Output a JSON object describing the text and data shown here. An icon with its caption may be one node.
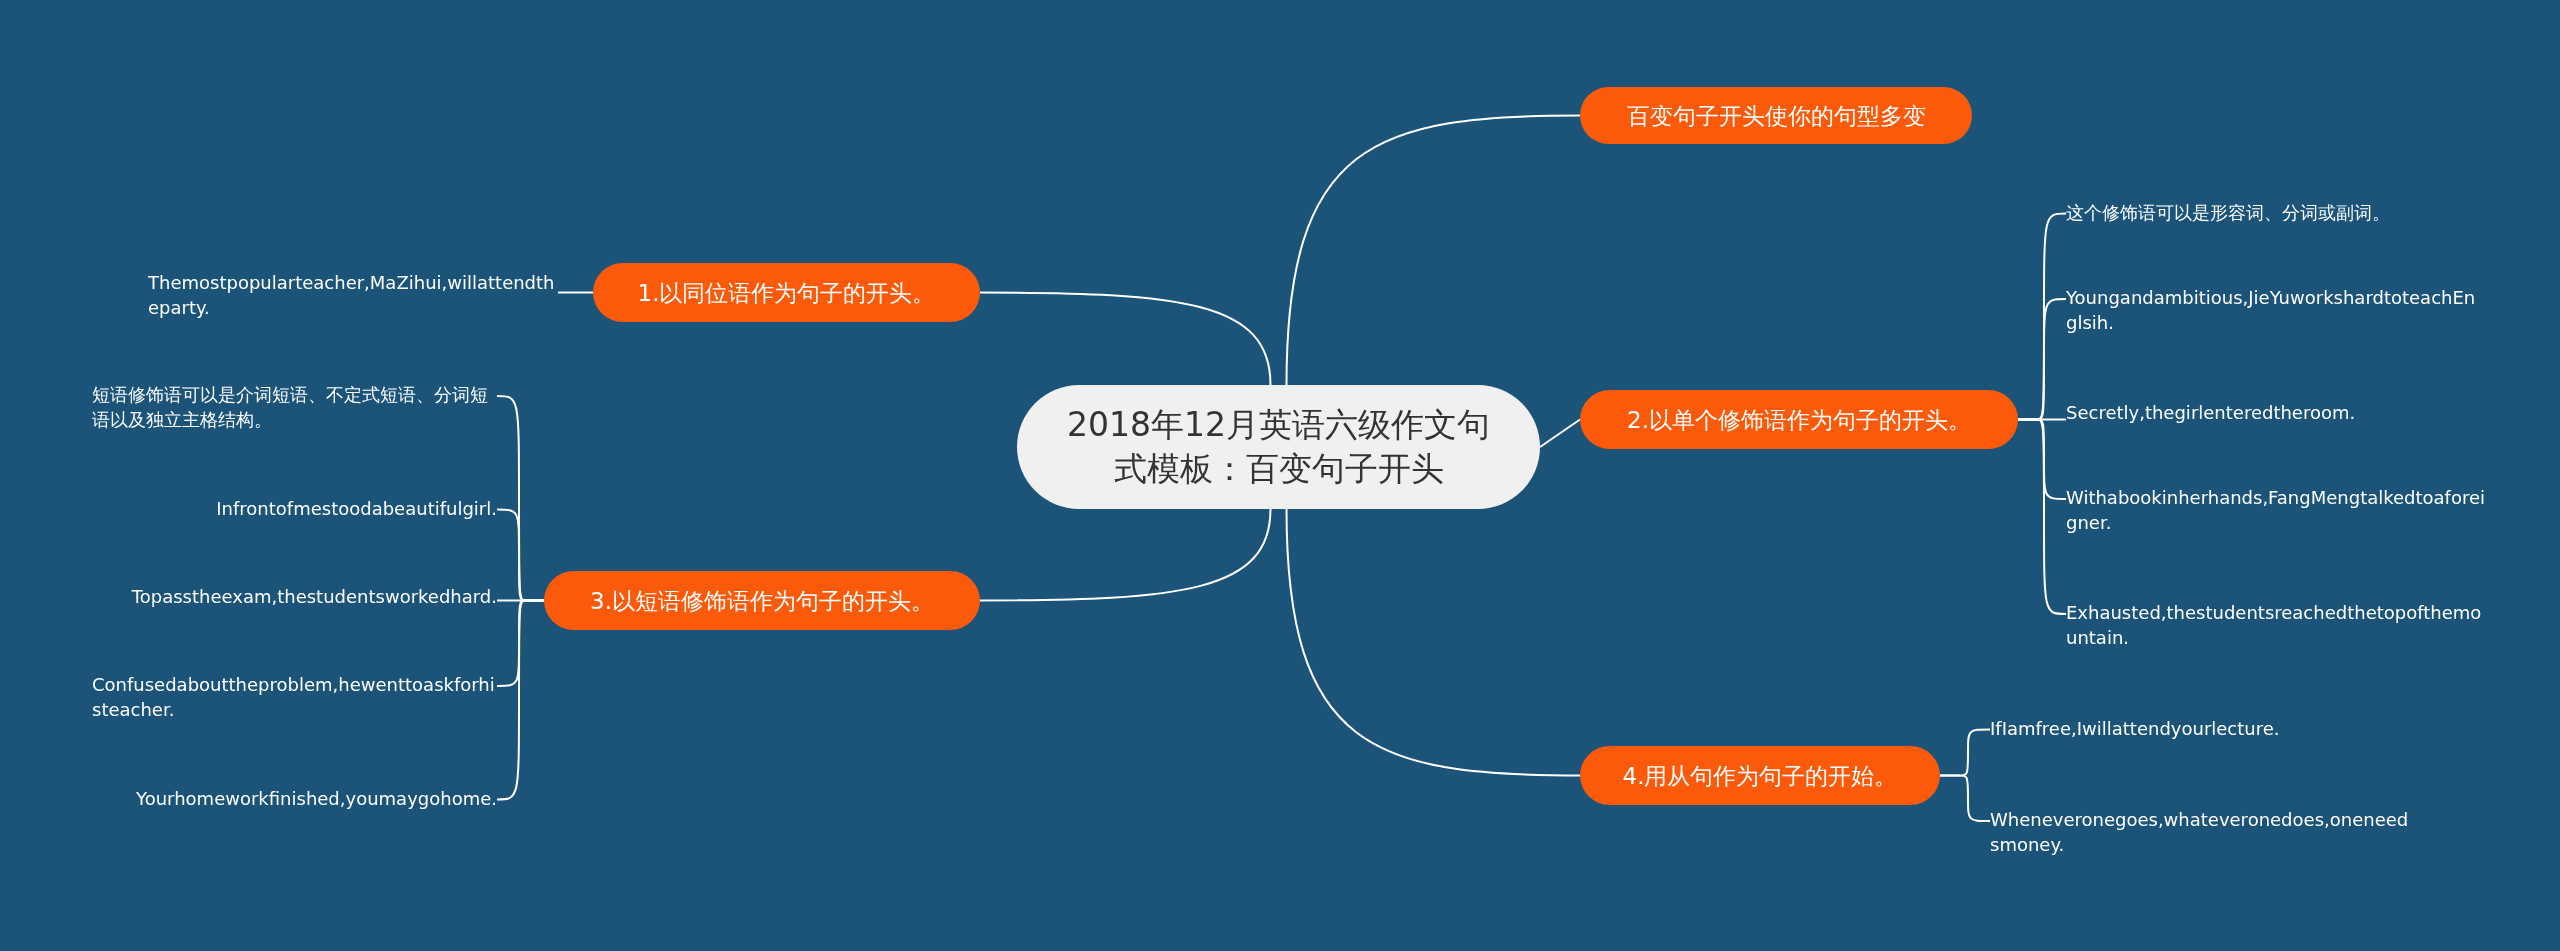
{
  "diagram": {
    "nodes": [
      {
        "text": [
          "2018年12月英语六级作文句式模板：百变句子开头"
        ]
      },
      {
        "text": [
          "百变句子开头使你的句型多变"
        ]
      },
      {
        "text": [
          "1.以同位语作为句子的开头。"
        ]
      },
      {
        "text": [
          "Themostpopularteacher,MaZihui,willattendtheparty."
        ]
      },
      {
        "text": [
          "2.以单个修饰语作为句子的开头。"
        ]
      },
      {
        "text": [
          "这个修饰语可以是形容词、分词或副词。"
        ]
      },
      {
        "text": [
          "Youngandambitious,JieYuworkshardtoteachEnglsih."
        ]
      },
      {
        "text": [
          "Secretly,thegirlenteredtheroom."
        ]
      },
      {
        "text": [
          "Withabookinherhands,FangMengtalkedtoaforeigner."
        ]
      },
      {
        "text": [
          "Exhausted,thestudentsreachedthetopofthemountain."
        ]
      },
      {
        "text": [
          "3.以短语修饰语作为句子的开头。"
        ]
      },
      {
        "text": [
          "短语修饰语可以是介词短语、不定式短语、分词短语以及独立主格结构。"
        ]
      },
      {
        "text": [
          "Infrontofmestoodabeautifulgirl."
        ]
      },
      {
        "text": [
          "Topasstheexam,thestudentsworkedhard."
        ]
      },
      {
        "text": [
          "Confusedabouttheproblem,hewenttoaskforhisteacher."
        ]
      },
      {
        "text": [
          "Yourhomeworkfinished,youmaygohome."
        ]
      },
      {
        "text": [
          "4.用从句作为句子的开始。"
        ]
      },
      {
        "text": [
          "IfIamfree,Iwillattendyourlecture."
        ]
      },
      {
        "text": [
          "Wheneveronegoes,whateveronedoes,oneneedsmoney."
        ]
      }
    ],
    "edges": [
      {
        "from": 0,
        "to": 1,
        "arrow": "none"
      },
      {
        "from": 0,
        "to": 2,
        "arrow": "none"
      },
      {
        "from": 2,
        "to": 3,
        "arrow": "none"
      },
      {
        "from": 0,
        "to": 4,
        "arrow": "none"
      },
      {
        "from": 4,
        "to": 5,
        "arrow": "none"
      },
      {
        "from": 4,
        "to": 6,
        "arrow": "none"
      },
      {
        "from": 4,
        "to": 7,
        "arrow": "none"
      },
      {
        "from": 4,
        "to": 8,
        "arrow": "none"
      },
      {
        "from": 4,
        "to": 9,
        "arrow": "none"
      },
      {
        "from": 0,
        "to": 10,
        "arrow": "none"
      },
      {
        "from": 10,
        "to": 11,
        "arrow": "none"
      },
      {
        "from": 10,
        "to": 12,
        "arrow": "none"
      },
      {
        "from": 10,
        "to": 13,
        "arrow": "none"
      },
      {
        "from": 10,
        "to": 14,
        "arrow": "none"
      },
      {
        "from": 10,
        "to": 15,
        "arrow": "none"
      },
      {
        "from": 0,
        "to": 16,
        "arrow": "none"
      },
      {
        "from": 16,
        "to": 17,
        "arrow": "none"
      },
      {
        "from": 16,
        "to": 18,
        "arrow": "none"
      }
    ]
  }
}
